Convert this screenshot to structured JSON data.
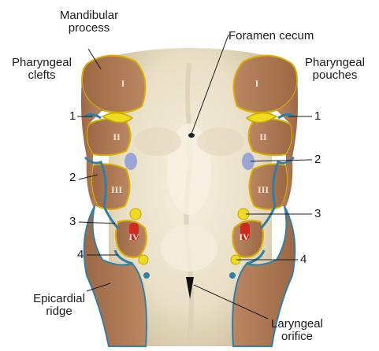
{
  "labels": {
    "mandibular_process": [
      "Mandibular",
      "process"
    ],
    "foramen_cecum": "Foramen cecum",
    "pharyngeal_clefts": [
      "Pharyngeal",
      "clefts"
    ],
    "pharyngeal_pouches": [
      "Pharyngeal",
      "pouches"
    ],
    "epicardial_ridge": [
      "Epicardial",
      "ridge"
    ],
    "laryngeal_orifice": [
      "Laryngeal",
      "orifice"
    ]
  },
  "cleft_numbers": [
    "1",
    "2",
    "3",
    "4"
  ],
  "pouch_numbers": [
    "1",
    "2",
    "3",
    "4"
  ],
  "arch_numerals": [
    "I",
    "II",
    "III",
    "IV"
  ],
  "colors": {
    "arch_fill": "#b07a55",
    "floor_light": "#f1ead7",
    "floor_shadow": "#d8ccb0",
    "cleft_line": "#2f7fa6",
    "pouch_outline": "#e0b000",
    "pouch_blue": "#9aa6d6",
    "pouch_red": "#cf2a22",
    "pouch_yellow": "#f0dc1e"
  }
}
